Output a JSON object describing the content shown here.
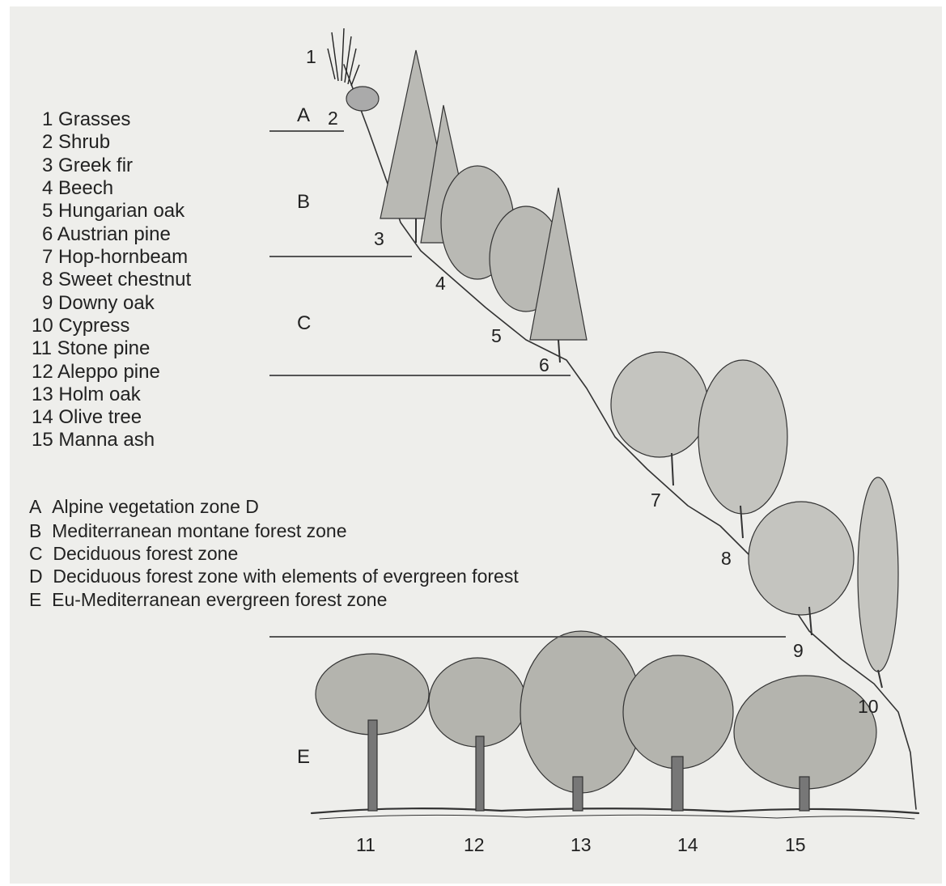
{
  "species_legend": [
    {
      "num": "1",
      "name": "Grasses"
    },
    {
      "num": "2",
      "name": "Shrub"
    },
    {
      "num": "3",
      "name": "Greek fir"
    },
    {
      "num": "4",
      "name": "Beech"
    },
    {
      "num": "5",
      "name": "Hungarian oak"
    },
    {
      "num": "6",
      "name": "Austrian pine"
    },
    {
      "num": "7",
      "name": "Hop-hornbeam"
    },
    {
      "num": "8",
      "name": "Sweet chestnut"
    },
    {
      "num": "9",
      "name": "Downy oak"
    },
    {
      "num": "10",
      "name": "Cypress"
    },
    {
      "num": "11",
      "name": "Stone pine"
    },
    {
      "num": "12",
      "name": "Aleppo pine"
    },
    {
      "num": "13",
      "name": "Holm oak"
    },
    {
      "num": "14",
      "name": "Olive tree"
    },
    {
      "num": "15",
      "name": "Manna ash"
    }
  ],
  "zone_legend": [
    {
      "letter": "A",
      "name": "Alpine vegetation zone D"
    },
    {
      "letter": "B",
      "name": "Mediterranean montane forest zone"
    },
    {
      "letter": "C",
      "name": "Deciduous forest zone"
    },
    {
      "letter": "D",
      "name": "Deciduous forest zone with elements of evergreen forest"
    },
    {
      "letter": "E",
      "name": "Eu-Mediterranean evergreen forest zone"
    }
  ],
  "zone_markers": [
    "A",
    "B",
    "C",
    "E"
  ],
  "tree_numbers": [
    "1",
    "2",
    "3",
    "4",
    "5",
    "6",
    "7",
    "8",
    "9",
    "10",
    "11",
    "12",
    "13",
    "14",
    "15"
  ],
  "colors": {
    "background": "#eeeeeb",
    "ink": "#222222",
    "zone_line": "#555555"
  }
}
